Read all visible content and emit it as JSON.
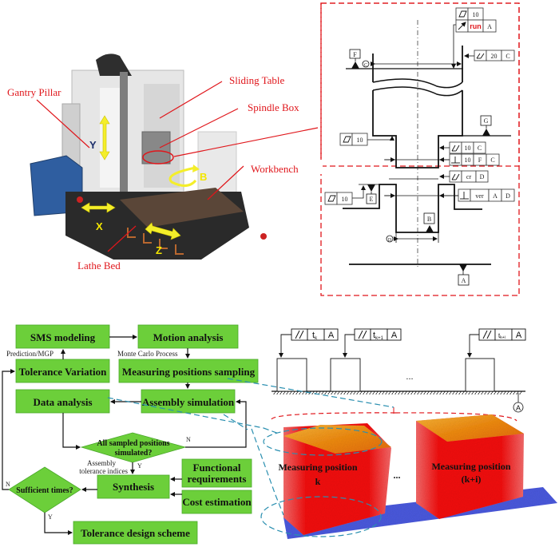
{
  "machine": {
    "labels": {
      "gantry_pillar": "Gantry Pillar",
      "sliding_table": "Sliding Table",
      "spindle_box": "Spindle Box",
      "workbench": "Workbench",
      "lathe_bed": "Lathe Bed"
    },
    "axes": {
      "x": "X",
      "y": "Y",
      "z": "Z",
      "b": "B"
    }
  },
  "tolerance_drawing": {
    "datums": [
      "F",
      "G",
      "E",
      "B",
      "A"
    ],
    "circled_marks": [
      "C",
      "D"
    ],
    "frames": [
      {
        "symbol": "flatness",
        "value": "10",
        "datums": []
      },
      {
        "symbol": "runout",
        "value": "run",
        "datums": [
          "A"
        ]
      },
      {
        "symbol": "total-runout",
        "value": "20",
        "datums": [
          "C"
        ]
      },
      {
        "symbol": "flatness",
        "value": "10",
        "datums": []
      },
      {
        "symbol": "total-runout",
        "value": "10",
        "datums": [
          "C"
        ]
      },
      {
        "symbol": "perpendicularity",
        "value": "10",
        "datums": [
          "F",
          "C"
        ]
      },
      {
        "symbol": "total-runout",
        "value": "cr",
        "datums": [
          "D"
        ]
      },
      {
        "symbol": "flatness",
        "value": "10",
        "datums": []
      },
      {
        "symbol": "perpendicularity",
        "value": "ver",
        "datums": [
          "A",
          "D"
        ]
      }
    ]
  },
  "flowchart": {
    "nodes": {
      "sms_modeling": "SMS modeling",
      "motion_analysis": "Motion analysis",
      "tolerance_variation": "Tolerance Variation",
      "measuring_sampling": "Measuring positions sampling",
      "data_analysis": "Data analysis",
      "assembly_simulation": "Assembly simulation",
      "all_sampled_1": "All sampled positions",
      "all_sampled_2": "simulated?",
      "functional_1": "Functional",
      "functional_2": "requirements",
      "synthesis": "Synthesis",
      "cost_estimation": "Cost estimation",
      "sufficient": "Sufficient times?",
      "tolerance_design": "Tolerance design scheme"
    },
    "notes": {
      "prediction": "Prediction/MGP",
      "monte_carlo": "Monte Carlo Process",
      "assembly_1": "Assembly",
      "assembly_2": "tolerance indices"
    },
    "branches": {
      "yes": "Y",
      "no": "N"
    },
    "colors": {
      "node_fill": "#6ccf3a",
      "node_border": "#4aa82a"
    }
  },
  "parallelism_diagram": {
    "frames": [
      {
        "symbol": "parallelism",
        "tol": "t",
        "sub": "k",
        "datum": "A"
      },
      {
        "symbol": "parallelism",
        "tol": "t",
        "sub": "k+1",
        "datum": "A"
      },
      {
        "symbol": "parallelism",
        "tol": "t",
        "sub": "k+i",
        "datum": "A"
      }
    ],
    "ellipsis": "...",
    "datum": "A"
  },
  "point_clouds": {
    "left_1": "Measuring position",
    "left_2": "k",
    "right_1": "Measuring position",
    "right_2": "(k+i)",
    "ellipsis": "...",
    "colors": {
      "body": "#f21212",
      "top": "#f5a015",
      "base": "#2a3bd6"
    }
  }
}
